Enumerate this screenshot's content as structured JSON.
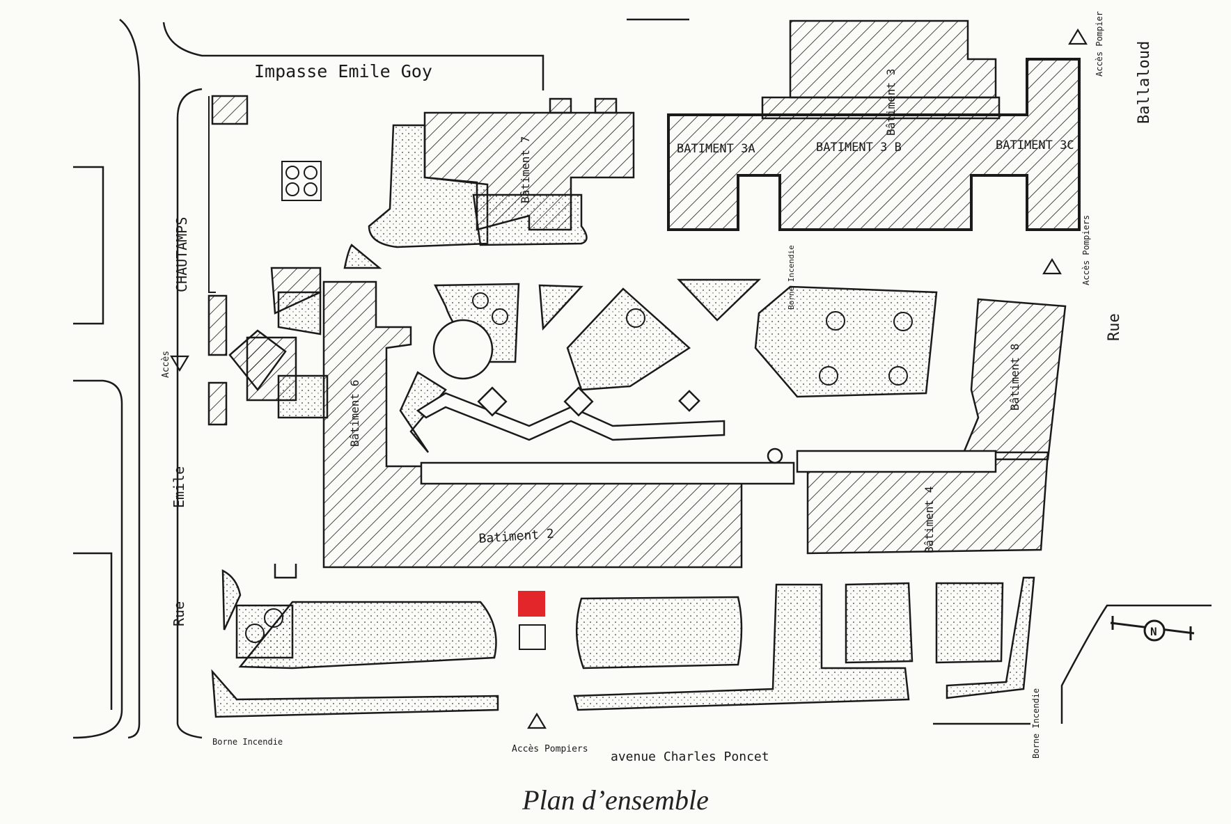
{
  "caption": "Plan d’ensemble",
  "colors": {
    "ink": "#1a1a1a",
    "paper": "#fbfbf8",
    "marker": "#e3262a"
  },
  "streets": {
    "impasse": "Impasse Emile Goy",
    "rue_ouest_1": "Rue",
    "rue_ouest_2": "Emile",
    "rue_ouest_3": "CHAUTAMPS",
    "avenue_sud": "avenue Charles Poncet",
    "rue_est_1": "Rue",
    "rue_est_2": "Ballaloud"
  },
  "buildings": {
    "b2": "Batiment 2",
    "b3": "Bâtiment 3",
    "b3a": "BATIMENT 3A",
    "b3b": "BATIMENT 3 B",
    "b3c": "BATIMENT 3C",
    "b4": "Bâtiment 4",
    "b6": "Bâtiment 6",
    "b7": "Bâtiment 7",
    "b8": "Bâtiment 8"
  },
  "markers": {
    "acces": "Accès",
    "acces_pompier": "Accès Pompier",
    "acces_pompiers": "Accès Pompiers",
    "borne_incendie": "Borne Incendie"
  },
  "north": "N",
  "legend": {
    "icon": "north-arrow-icon",
    "marker_icon": "red-square-marker"
  }
}
